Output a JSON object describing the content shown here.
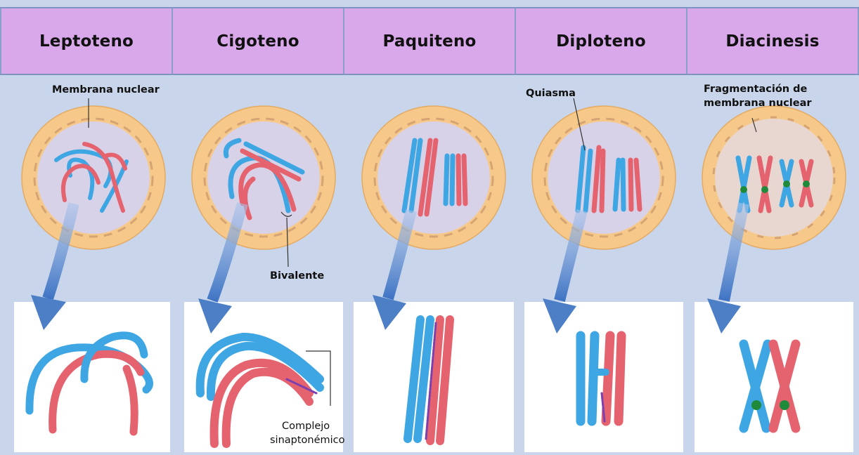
{
  "stages": [
    "Leptoteno",
    "Cigoteno",
    "Paquiteno",
    "Diploteno",
    "Diacinesis"
  ],
  "labels": {
    "membrana_nuclear": "Membrana nuclear",
    "bivalente": "Bivalente",
    "quiasma": "Quiasma",
    "fragmentacion_line1": "Fragmentación de",
    "fragmentacion_line2": "membrana nuclear",
    "complejo_line1": "Complejo",
    "complejo_line2": "sinaptonémico"
  },
  "colors": {
    "header_fill": "#d9a8ea",
    "background": "#c8d5ea",
    "nucleus_ring": "#f6c98b",
    "nucleus_inner": "#d8d2e8",
    "chromosome_blue": "#3fa6e4",
    "chromosome_red": "#e4636e",
    "centromere_green": "#1e8a3a",
    "arrow_blue": "#4d7fc7"
  }
}
